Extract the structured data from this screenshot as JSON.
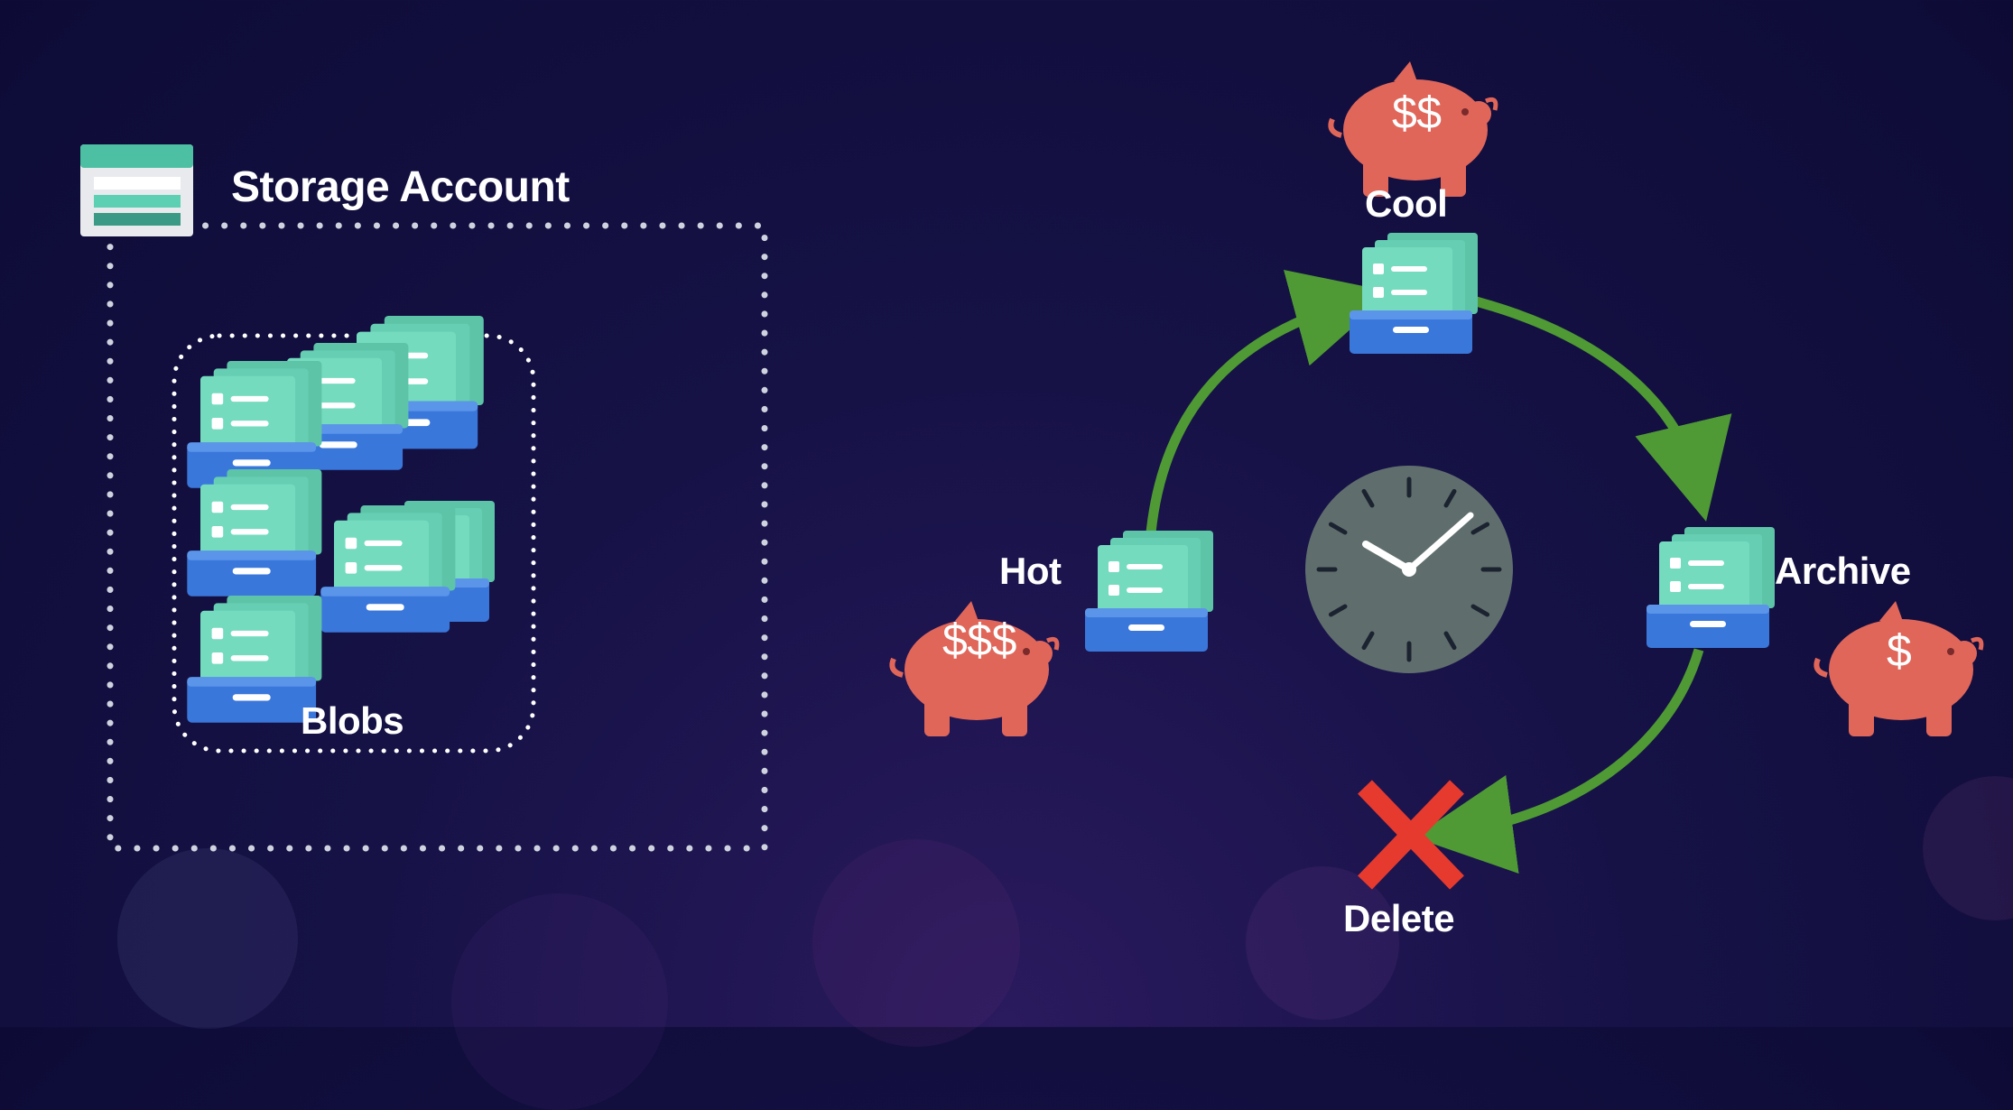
{
  "storage": {
    "title": "Storage Account",
    "blobs_label": "Blobs"
  },
  "tiers": {
    "hot": {
      "label": "Hot",
      "cost": "$$$"
    },
    "cool": {
      "label": "Cool",
      "cost": "$$"
    },
    "archive": {
      "label": "Archive",
      "cost": "$"
    }
  },
  "delete": {
    "label": "Delete"
  },
  "colors": {
    "background": "#12103f",
    "arrow": "#4f9a34",
    "piggy": "#e0665a",
    "drawer_front": "#3d7fe0",
    "file": "#6fd6bb",
    "delete_x": "#e63a2e",
    "clock_face": "#5f6e6d"
  },
  "icons": [
    "storage-account-icon",
    "blob-drawer-icon",
    "piggy-bank-icon",
    "clock-icon",
    "delete-x-icon"
  ]
}
